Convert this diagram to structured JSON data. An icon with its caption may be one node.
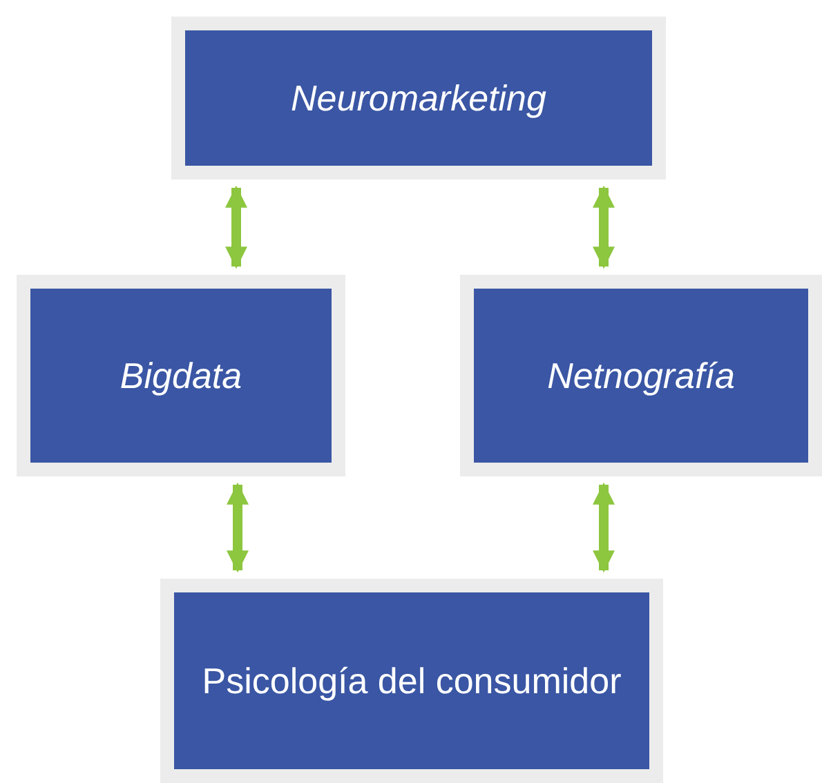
{
  "diagram": {
    "nodes": [
      {
        "text": [
          "Neuromarketing"
        ]
      },
      {
        "text": [
          "Bigdata"
        ]
      },
      {
        "text": [
          "Netnografía"
        ]
      },
      {
        "text": [
          "Psicología del consumidor"
        ]
      }
    ],
    "edges": [
      {
        "from": 0,
        "to": 1,
        "arrow": "both"
      },
      {
        "from": 0,
        "to": 2,
        "arrow": "both"
      },
      {
        "from": 1,
        "to": 3,
        "arrow": "both"
      },
      {
        "from": 2,
        "to": 3,
        "arrow": "both"
      }
    ]
  }
}
